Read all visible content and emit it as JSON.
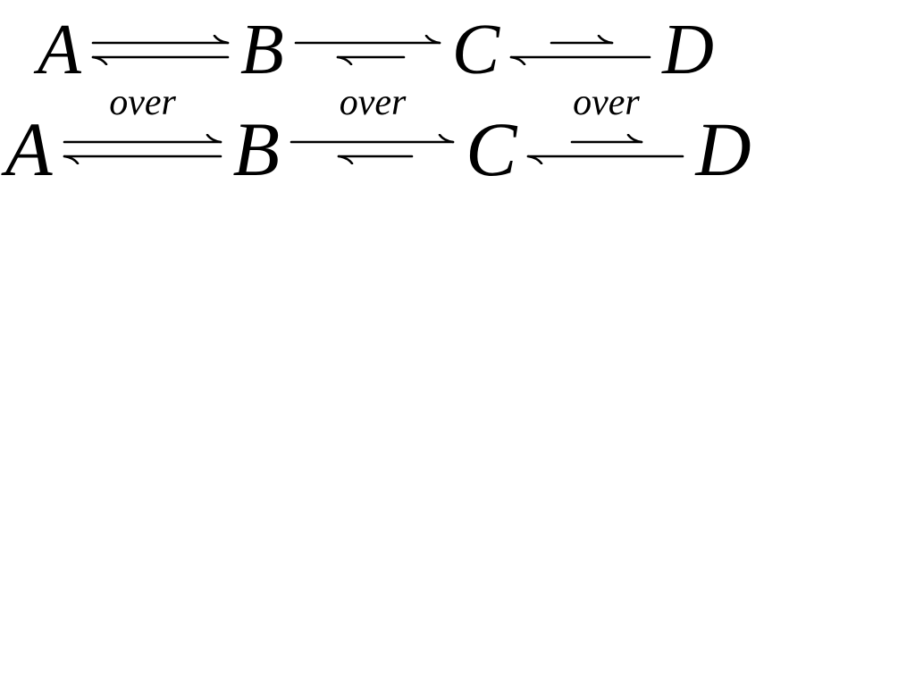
{
  "colors": {
    "ink": "#000000",
    "background": "#ffffff"
  },
  "reactions": [
    {
      "species": [
        "A",
        "B",
        "C",
        "D"
      ],
      "arrows": [
        {
          "type": "equilibrium-equal"
        },
        {
          "type": "equilibrium-forward-favored"
        },
        {
          "type": "equilibrium-reverse-favored"
        }
      ]
    },
    {
      "species": [
        "A",
        "B",
        "C",
        "D"
      ],
      "arrows": [
        {
          "type": "equilibrium-equal",
          "label": "over"
        },
        {
          "type": "equilibrium-forward-favored",
          "label": "over"
        },
        {
          "type": "equilibrium-reverse-favored",
          "label": "over"
        }
      ]
    }
  ]
}
